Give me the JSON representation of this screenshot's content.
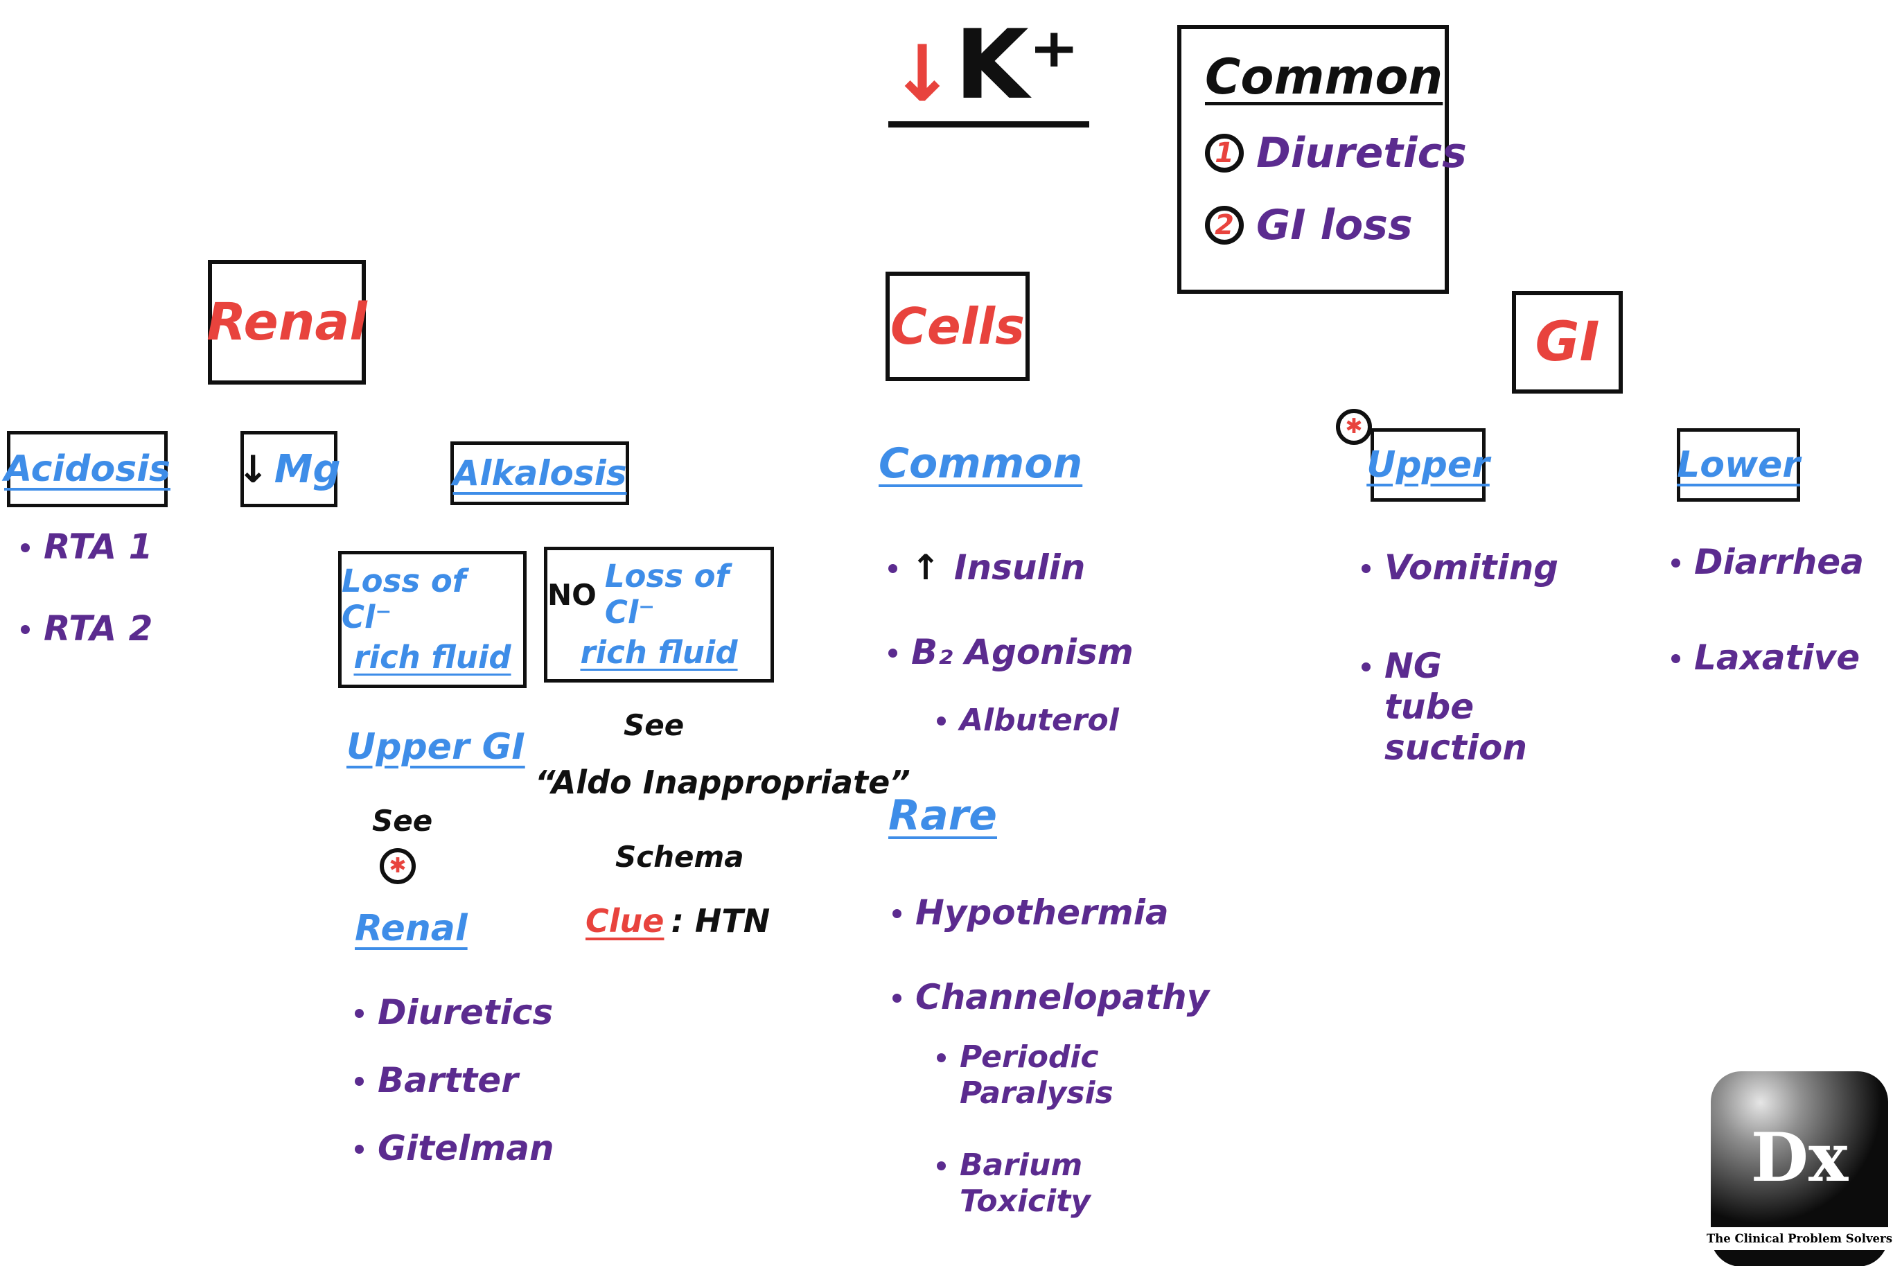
{
  "colors": {
    "red": "#e8433d",
    "blue": "#3e8de8",
    "purple": "#5b2b8f",
    "ink": "#101010"
  },
  "title": {
    "arrow": "↓",
    "ion": "K⁺"
  },
  "common_box": {
    "title": "Common",
    "items": [
      {
        "num": "1",
        "label": "Diuretics"
      },
      {
        "num": "2",
        "label": "GI loss"
      }
    ]
  },
  "renal": {
    "title": "Renal",
    "acidosis": {
      "title": "Acidosis",
      "items": [
        "RTA 1",
        "RTA 2"
      ]
    },
    "mg": {
      "arrow": "↓",
      "label": "Mg"
    },
    "alkalosis": {
      "title": "Alkalosis",
      "loss_box": {
        "line1": "Loss of Cl⁻",
        "line2": "rich fluid"
      },
      "no_loss_box": {
        "prefix": "NO",
        "line1": "Loss of Cl⁻",
        "line2": "rich fluid"
      },
      "loss_branch": {
        "title": "Upper GI",
        "see": "See",
        "asterisk": "✱",
        "renal_title": "Renal",
        "items": [
          "Diuretics",
          "Bartter",
          "Gitelman"
        ]
      },
      "no_loss_branch": {
        "see": "See",
        "quote": "“Aldo Inappropriate”",
        "schema": "Schema",
        "clue_label": "Clue",
        "clue_value": ": HTN"
      }
    }
  },
  "cells": {
    "title": "Cells",
    "common": {
      "title": "Common",
      "insulin_arrow": "↑",
      "insulin": "Insulin",
      "b2": "B₂ Agonism",
      "albuterol": "Albuterol"
    },
    "rare": {
      "title": "Rare",
      "hypothermia": "Hypothermia",
      "channelopathy": "Channelopathy",
      "periodic": "Periodic Paralysis",
      "barium": "Barium Toxicity"
    }
  },
  "gi": {
    "title": "GI",
    "asterisk": "✱",
    "upper": {
      "title": "Upper",
      "items": [
        "Vomiting",
        "NG tube suction"
      ]
    },
    "lower": {
      "title": "Lower",
      "items": [
        "Diarrhea",
        "Laxative"
      ]
    }
  },
  "logo": {
    "dx": "Dx",
    "tagline": "The Clinical Problem Solvers"
  }
}
